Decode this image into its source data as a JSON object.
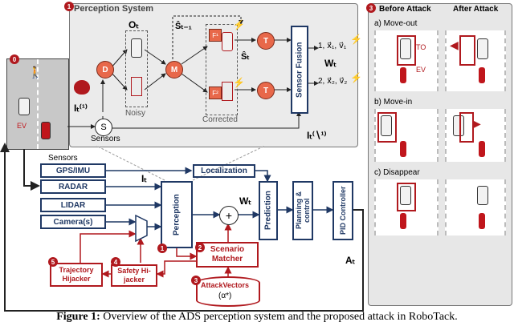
{
  "badges": {
    "b0": "0",
    "b1": "1",
    "b2": "2",
    "b3": "3",
    "b4": "4",
    "b5": "5",
    "bp": "1"
  },
  "perception_system": {
    "title": "Perception System",
    "node_d": "D",
    "node_m": "M",
    "node_t1": "T",
    "node_t2": "T",
    "f1": "F¹",
    "f2": "F²",
    "noisy": "Noisy",
    "corrected": "Corrected",
    "o_t": "Oₜ",
    "s_hat_prev": "Ŝₜ₋₁",
    "s_hat_t": "Ŝₜ",
    "sensor_fusion": "Sensor Fusion",
    "w_t": "Wₜ",
    "out1": "1, x⃗₁, v⃗₁",
    "out2": "2, x⃗₂, v⃗₂",
    "i_t1": "Iₜ⁽¹⁾",
    "i_t_not1": "Iₜ⁽∖¹⁾",
    "sensors": "Sensors",
    "s_node": "S"
  },
  "road_left": {
    "ev": "EV"
  },
  "pipeline": {
    "sensors_label": "Sensors",
    "gps": "GPS/IMU",
    "radar": "RADAR",
    "lidar": "LIDAR",
    "camera": "Camera(s)",
    "i_t": "Iₜ",
    "localization": "Localization",
    "perception": "Perception",
    "w_t": "Wₜ",
    "plus": "+",
    "prediction": "Prediction",
    "planning": "Planning & control",
    "pid": "PID Controller",
    "a_t": "Aₜ"
  },
  "attack": {
    "scenario_matcher": "Scenario Matcher",
    "attack_vectors": "AttackVectors",
    "alpha": "(α*)",
    "safety_hijacker": "Safety Hi-jacker",
    "trajectory_hijacker": "Trajectory Hijacker"
  },
  "attack_panel": {
    "before": "Before Attack",
    "after": "After Attack",
    "a": "a) Move-out",
    "b": "b) Move-in",
    "c": "c) Disappear",
    "to": "TO",
    "ev": "EV"
  },
  "caption": {
    "prefix": "Figure 1:",
    "text": " Overview of the ADS perception system and the proposed attack in RoboTack."
  },
  "colors": {
    "navy": "#1f3864",
    "red": "#b0191e",
    "node": "#e8684a",
    "panel": "#e7e7e7",
    "road": "#c8c8c8"
  }
}
